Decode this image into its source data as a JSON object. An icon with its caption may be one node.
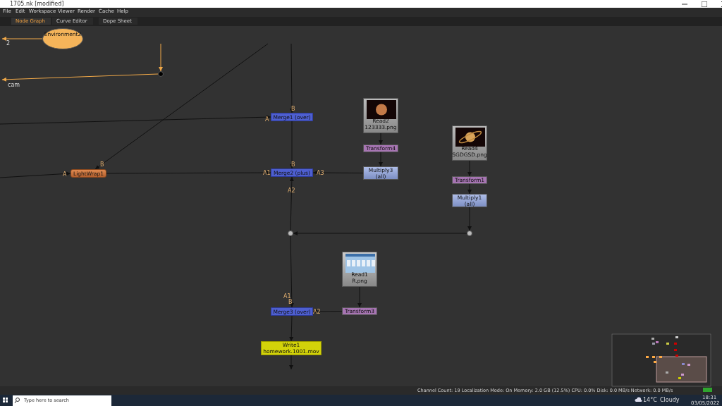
{
  "diagram": {
    "title": "1705.nk [modified]",
    "nodes": [
      {
        "text": [
          "Environment2"
        ]
      },
      {
        "text": [],
        "shape": "circle"
      },
      {
        "text": [
          "Merge1 (over)"
        ]
      },
      {
        "text": [
          "LightWrap1"
        ]
      },
      {
        "text": [
          "Merge2 (plus)"
        ]
      },
      {
        "text": [
          "Read2",
          "123333.png"
        ]
      },
      {
        "text": [
          "Transform4"
        ]
      },
      {
        "text": [
          "Multiply3",
          "(all)"
        ]
      },
      {
        "text": [
          "Read4",
          "SGDGSD.png"
        ]
      },
      {
        "text": [
          "Transform1"
        ]
      },
      {
        "text": [
          "Multiply1",
          "(all)"
        ]
      },
      {
        "text": [],
        "shape": "circle"
      },
      {
        "text": [],
        "shape": "circle"
      },
      {
        "text": [
          "Read1",
          "R.png"
        ]
      },
      {
        "text": [
          "Transform3"
        ]
      },
      {
        "text": [
          "Merge3 (over)"
        ]
      },
      {
        "text": [
          "Write1",
          "homework.1001.mov"
        ]
      }
    ],
    "edges": [
      {
        "from": null,
        "to": 2,
        "arrow": "to",
        "label": "B"
      },
      {
        "from": 2,
        "to": 4,
        "arrow": "to",
        "label": "B"
      },
      {
        "from": null,
        "to": 2,
        "arrow": "to",
        "label": "A"
      },
      {
        "from": null,
        "to": 3,
        "arrow": "to",
        "label": "B"
      },
      {
        "from": null,
        "to": 3,
        "arrow": "to",
        "label": "A"
      },
      {
        "from": 3,
        "to": 4,
        "arrow": "to",
        "label": "A1"
      },
      {
        "from": 7,
        "to": 4,
        "arrow": "to",
        "label": "A3"
      },
      {
        "from": 5,
        "to": 6,
        "arrow": "to"
      },
      {
        "from": 6,
        "to": 7,
        "arrow": "to"
      },
      {
        "from": 8,
        "to": 9,
        "arrow": "to"
      },
      {
        "from": 9,
        "to": 10,
        "arrow": "to"
      },
      {
        "from": 10,
        "to": 11,
        "arrow": "to"
      },
      {
        "from": 11,
        "to": 12,
        "arrow": "to"
      },
      {
        "from": 12,
        "to": 4,
        "arrow": "to",
        "label": "A2"
      },
      {
        "from": 12,
        "to": 15,
        "arrow": "to",
        "label": "B"
      },
      {
        "from": 13,
        "to": 14,
        "arrow": "to"
      },
      {
        "from": 14,
        "to": 15,
        "arrow": "to",
        "label": "A2"
      },
      {
        "from": 15,
        "to": 16,
        "arrow": "to"
      },
      {
        "from": 16,
        "to": null,
        "arrow": "to"
      },
      {
        "from": 0,
        "to": null,
        "arrow": "to",
        "label": "2",
        "color": "#f0a848"
      },
      {
        "from": null,
        "to": 1,
        "arrow": "to",
        "color": "#f0a848"
      },
      {
        "from": 1,
        "to": null,
        "arrow": "to",
        "label": "cam",
        "color": "#f0a848"
      }
    ],
    "labels": [
      "File",
      "Edit",
      "Workspace",
      "Viewer",
      "Render",
      "Cache",
      "Help",
      "Node Graph",
      "Curve Editor",
      "Dope Sheet",
      "A1",
      "Channel Count: 19  Localization Mode: On  Memory: 2.0 GB (12.5%)  CPU: 0.0%  Disk: 0.0 MB/s  Network: 0.0 MB/s",
      "Type here to search",
      "14°C",
      "Cloudy",
      "18:31",
      "03/05/2022"
    ]
  }
}
